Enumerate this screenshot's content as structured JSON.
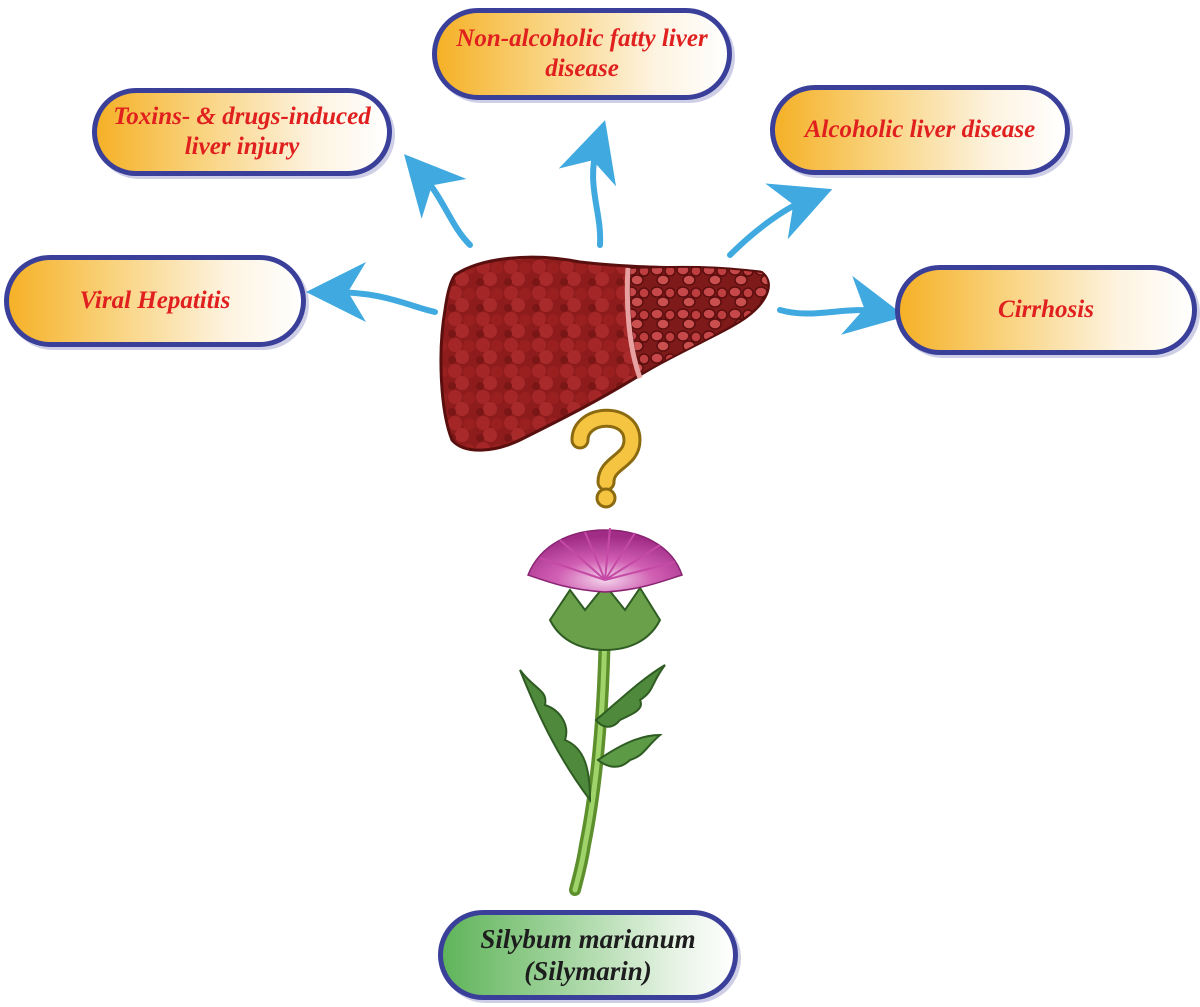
{
  "diseases": {
    "nafld": "Non-alcoholic fatty liver disease",
    "toxins": "Toxins- & drugs-induced liver injury",
    "alcoholic": "Alcoholic liver disease",
    "viral": "Viral Hepatitis",
    "cirrhosis": "Cirrhosis"
  },
  "plant": {
    "label_line1": "Silybum marianum",
    "label_line2": "(Silymarin)"
  },
  "colors": {
    "pill_border": "#3a3f9a",
    "disease_text": "#e0201f",
    "arrow": "#3fa9e0",
    "liver": "#8e1c1c",
    "question_mark": "#f5c542"
  }
}
